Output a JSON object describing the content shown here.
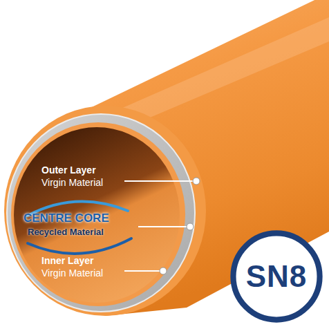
{
  "diagram": {
    "nodes": [
      {
        "text": [
          "SN8"
        ]
      }
    ],
    "labels": [
      "Outer Layer",
      "Virgin Material",
      "CENTRE CORE",
      "Recycled Material",
      "Inner Layer",
      "Virgin Material"
    ]
  }
}
